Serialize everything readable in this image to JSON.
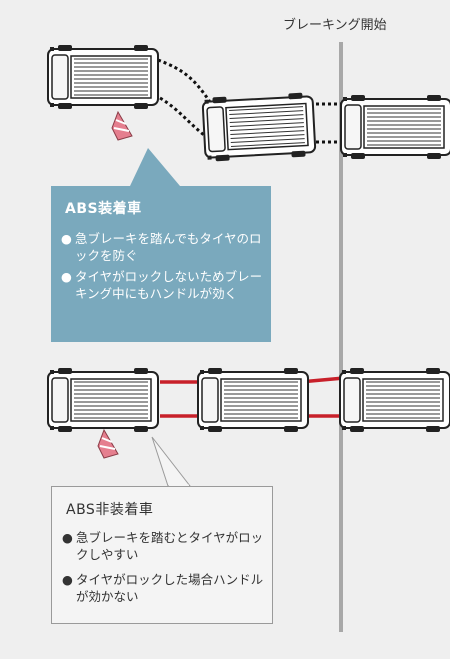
{
  "braking_label": "ブレーキング開始",
  "abs": {
    "title": "ABS装着車",
    "bullets": [
      "急ブレーキを踏んでもタイヤのロックを防ぐ",
      "タイヤがロックしないためブレーキング中にもハンドルが効く"
    ]
  },
  "non_abs": {
    "title": "ABS非装着車",
    "bullets": [
      "急ブレーキを踏むとタイヤがロックしやすい",
      "タイヤがロックした場合ハンドルが効かない"
    ]
  },
  "bullet_symbol": "●",
  "colors": {
    "background": "#efefef",
    "abs_box": "#7aa9bd",
    "skid_marks": "#c8202a",
    "vehicle_outline": "#222222",
    "cone": "#e57f8f"
  }
}
